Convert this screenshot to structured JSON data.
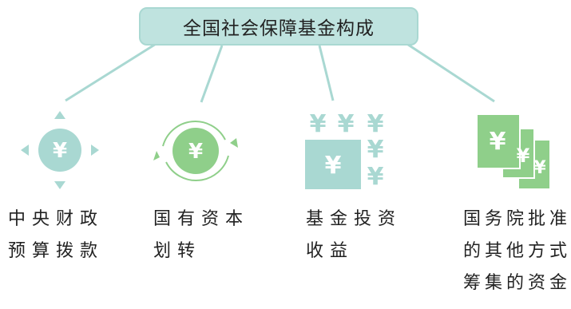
{
  "title": "全国社会保障基金构成",
  "items": [
    {
      "icon": "yen-circle-arrows-icon",
      "lines": [
        "中央财政",
        "预算拨款"
      ]
    },
    {
      "icon": "yen-circle-cycle-icon",
      "lines": [
        "国有资本",
        "划转"
      ]
    },
    {
      "icon": "yen-grid-icon",
      "lines": [
        "基金投资",
        "收益"
      ]
    },
    {
      "icon": "yen-banknotes-icon",
      "lines": [
        "国务院批准",
        "的其他方式",
        "筹集的资金"
      ]
    }
  ],
  "yen_symbol": "¥",
  "colors": {
    "teal": "#a9d8d2",
    "green": "#8fcf8a",
    "line": "#a9d8d2"
  }
}
